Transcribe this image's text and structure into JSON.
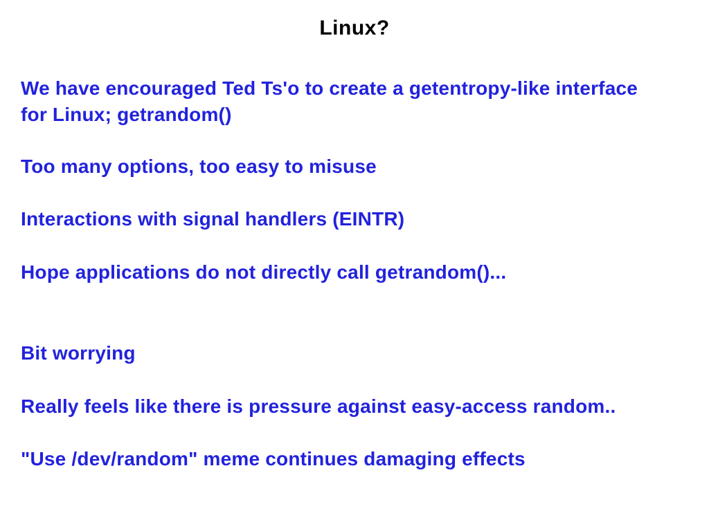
{
  "slide": {
    "title": "Linux?",
    "colors": {
      "background": "#ffffff",
      "title_text": "#000000",
      "body_text": "#2222dd"
    },
    "lines": [
      {
        "text": "We have encouraged Ted Ts'o to create a getentropy-like interface"
      },
      {
        "text": "for Linux; getrandom()"
      },
      {
        "text": "Too many options, too easy to misuse"
      },
      {
        "text": "Interactions with signal handlers (EINTR)"
      },
      {
        "text": "Hope applications do not directly call getrandom()..."
      },
      {
        "text": "Bit worrying"
      },
      {
        "text": "Really feels like there is pressure against easy-access random.."
      },
      {
        "text": "\"Use /dev/random\" meme continues damaging effects"
      }
    ]
  }
}
